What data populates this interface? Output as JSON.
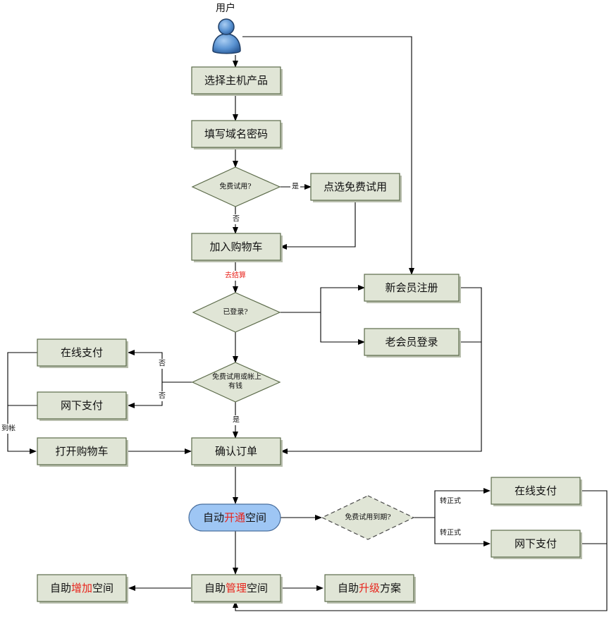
{
  "user": {
    "label": "用户"
  },
  "nodes": {
    "select_host": "选择主机产品",
    "fill_domain": "填写域名密码",
    "free_trial_q": "免费试用?",
    "pick_free_trial": "点选免费试用",
    "add_to_cart": "加入购物车",
    "logged_in_q": "已登录?",
    "new_member": "新会员注册",
    "old_member": "老会员登录",
    "online_pay_1": "在线支付",
    "offline_pay_1": "网下支付",
    "balance_q_line1": "免费试用或帐上",
    "balance_q_line2": "有钱",
    "open_cart": "打开购物车",
    "confirm_order": "确认订单",
    "auto_open": {
      "pre": "自动",
      "hl": "开通",
      "post": "空间"
    },
    "trial_expired_q": "免费试用到期?",
    "online_pay_2": "在线支付",
    "offline_pay_2": "网下支付",
    "self_add": {
      "pre": "自助",
      "hl": "增加",
      "post": "空间"
    },
    "self_manage": {
      "pre": "自助",
      "hl": "管理",
      "post": "空间"
    },
    "self_upgrade": {
      "pre": "自助",
      "hl": "升级",
      "post": "方案"
    }
  },
  "labels": {
    "yes_1": "是",
    "no_1": "否",
    "checkout": "去结算",
    "no_2": "否",
    "no_3": "否",
    "yes_2": "是",
    "arrived": "到帐",
    "to_formal_1": "转正式",
    "to_formal_2": "转正式"
  },
  "colors": {
    "box_fill": "#e0e5d6",
    "box_border": "#5c6b4a",
    "pill_fill": "#9ec6f4",
    "highlight_red": "#e8241c",
    "user_icon": "#4f86c6"
  },
  "icons": {
    "user": "user-person-icon"
  }
}
